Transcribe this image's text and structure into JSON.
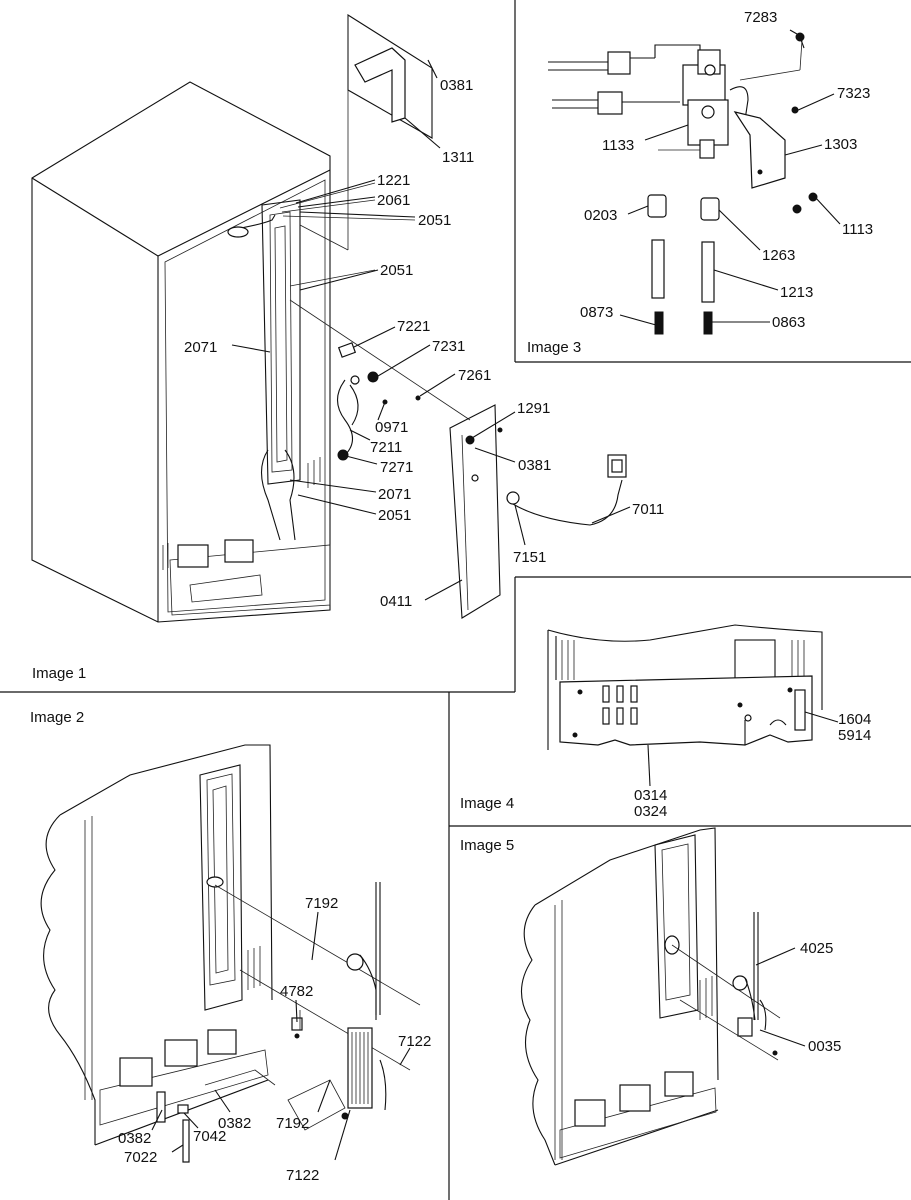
{
  "panels": {
    "image1": {
      "caption": "Image 1",
      "labels": [
        "0381",
        "1311",
        "1221",
        "2061",
        "2051",
        "2051",
        "7221",
        "7231",
        "7261",
        "2071",
        "0971",
        "7211",
        "7271",
        "2071",
        "2051",
        "1291",
        "0381",
        "7011",
        "7151",
        "0411"
      ]
    },
    "image2": {
      "caption": "Image 2",
      "labels": [
        "7192",
        "4782",
        "7122",
        "0382",
        "0382",
        "7042",
        "7022",
        "7192",
        "7122"
      ]
    },
    "image3": {
      "caption": "Image 3",
      "labels": [
        "7283",
        "7323",
        "1133",
        "1303",
        "0203",
        "1113",
        "1263",
        "1213",
        "0873",
        "0863"
      ]
    },
    "image4": {
      "caption": "Image 4",
      "labels": [
        "1604",
        "5914",
        "0314",
        "0324"
      ]
    },
    "image5": {
      "caption": "Image 5",
      "labels": [
        "4025",
        "0035"
      ]
    }
  }
}
